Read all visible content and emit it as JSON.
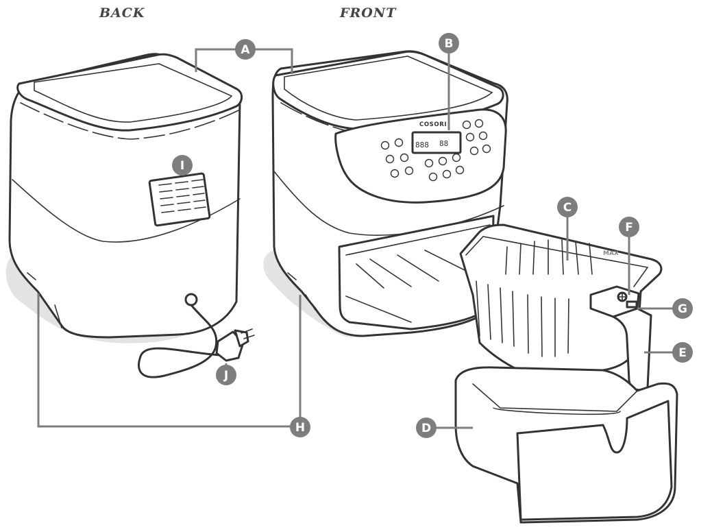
{
  "views": {
    "back": "BACK",
    "front": "FRONT"
  },
  "callouts": {
    "a": "A",
    "b": "B",
    "c": "C",
    "d": "D",
    "e": "E",
    "f": "F",
    "g": "G",
    "h": "H",
    "i": "I",
    "j": "J"
  },
  "device": {
    "brand": "COSORI",
    "basket_fill_mark": "MAX",
    "display_left": "888",
    "display_right": "88"
  },
  "colors": {
    "callout_fill": "#7d7d7d",
    "line": "#333333",
    "shadow": "#e3e3e3"
  }
}
